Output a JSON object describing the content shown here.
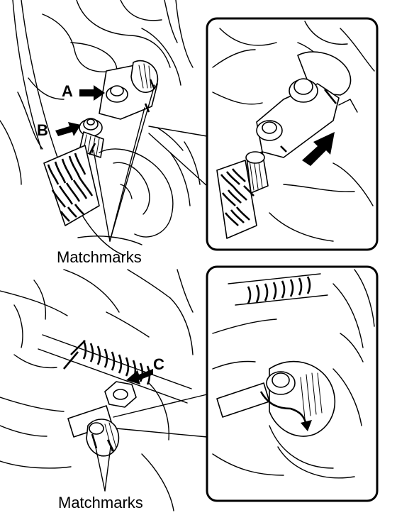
{
  "callouts": {
    "a": "A",
    "b": "B",
    "c": "C"
  },
  "matchmarks": {
    "top": "Matchmarks",
    "bottom": "Matchmarks"
  },
  "colors": {
    "line": "#000000",
    "background": "#ffffff"
  }
}
